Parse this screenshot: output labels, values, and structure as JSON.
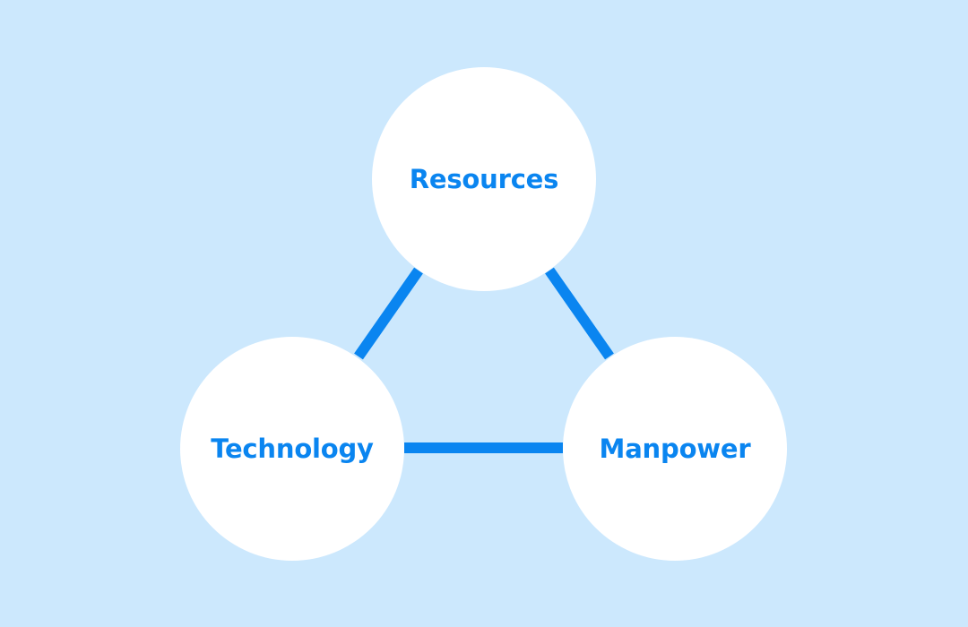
{
  "colors": {
    "background": "#cce8fd",
    "accent": "#0a85f0",
    "node_fill": "#ffffff"
  },
  "nodes": [
    {
      "id": "resources",
      "label": "Resources"
    },
    {
      "id": "technology",
      "label": "Technology"
    },
    {
      "id": "manpower",
      "label": "Manpower"
    }
  ],
  "edges": [
    {
      "from": "resources",
      "to": "technology"
    },
    {
      "from": "resources",
      "to": "manpower"
    },
    {
      "from": "technology",
      "to": "manpower"
    }
  ]
}
